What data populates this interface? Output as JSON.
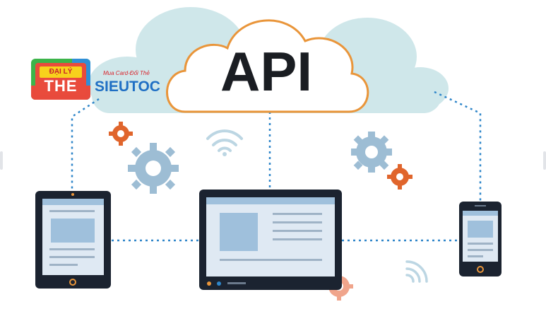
{
  "title": "API",
  "logo": {
    "badge_top": "ĐẠI LÝ",
    "badge_main": "THE",
    "slogan": "Mua Card-Đổi Thẻ",
    "brand": "SIEUTOC"
  },
  "colors": {
    "cloud": "#cfe7ea",
    "cloud_outline": "#e9953a",
    "device_frame": "#1b2330",
    "screen": "#dfe9f3",
    "connector": "#2f86c9",
    "gear_blue": "#9dbdd4",
    "gear_orange": "#e0652c"
  },
  "icons": [
    "cloud-icon",
    "tablet-icon",
    "laptop-icon",
    "smartphone-icon",
    "gear-icon",
    "wifi-icon"
  ]
}
